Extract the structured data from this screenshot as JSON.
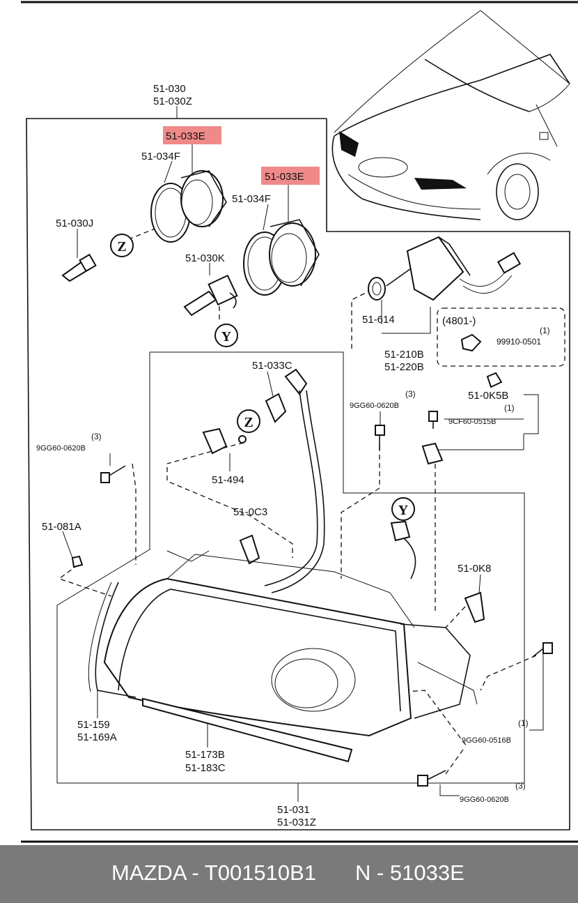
{
  "labels": {
    "assy_top_1": "51-030",
    "assy_top_2": "51-030Z",
    "bulb_cap_1": "51-033E",
    "bulb_cap_2": "51-033E",
    "ring_1": "51-034F",
    "ring_2": "51-034F",
    "bulb_j": "51-030J",
    "bulb_k": "51-030K",
    "socket": "51-614",
    "actuator_1": "51-210B",
    "actuator_2": "51-220B",
    "ref_box_title": "(4801-)",
    "clip_qty": "(1)",
    "clip_part": "99910-0501",
    "socket_c": "51-033C",
    "bolt_right_qty": "(3)",
    "bolt_right": "9GG60-0620B",
    "bracket_k5b": "51-0K5B",
    "bracket_qty": "(1)",
    "bolt_9cf": "9CF60-0515B",
    "bolt_left_qty": "(3)",
    "bolt_left": "9GG60-0620B",
    "socket_494": "51-494",
    "harness": "51-0C3",
    "nut": "51-081A",
    "connector_k8": "51-0K8",
    "gasket_1": "51-159",
    "gasket_2": "51-169A",
    "molding_1": "51-173B",
    "molding_2": "51-183C",
    "bolt_low_qty": "(1)",
    "bolt_low": "9GG60-0516B",
    "bolt_bot_qty": "(3)",
    "bolt_bot": "9GG60-0620B",
    "housing_1": "51-031",
    "housing_2": "51-031Z"
  },
  "callouts": {
    "z": "Z",
    "y": "Y"
  },
  "highlight_color": "#f08a8a",
  "footer": {
    "left": "MAZDA - T001510B1",
    "right": "N - 51033E"
  }
}
